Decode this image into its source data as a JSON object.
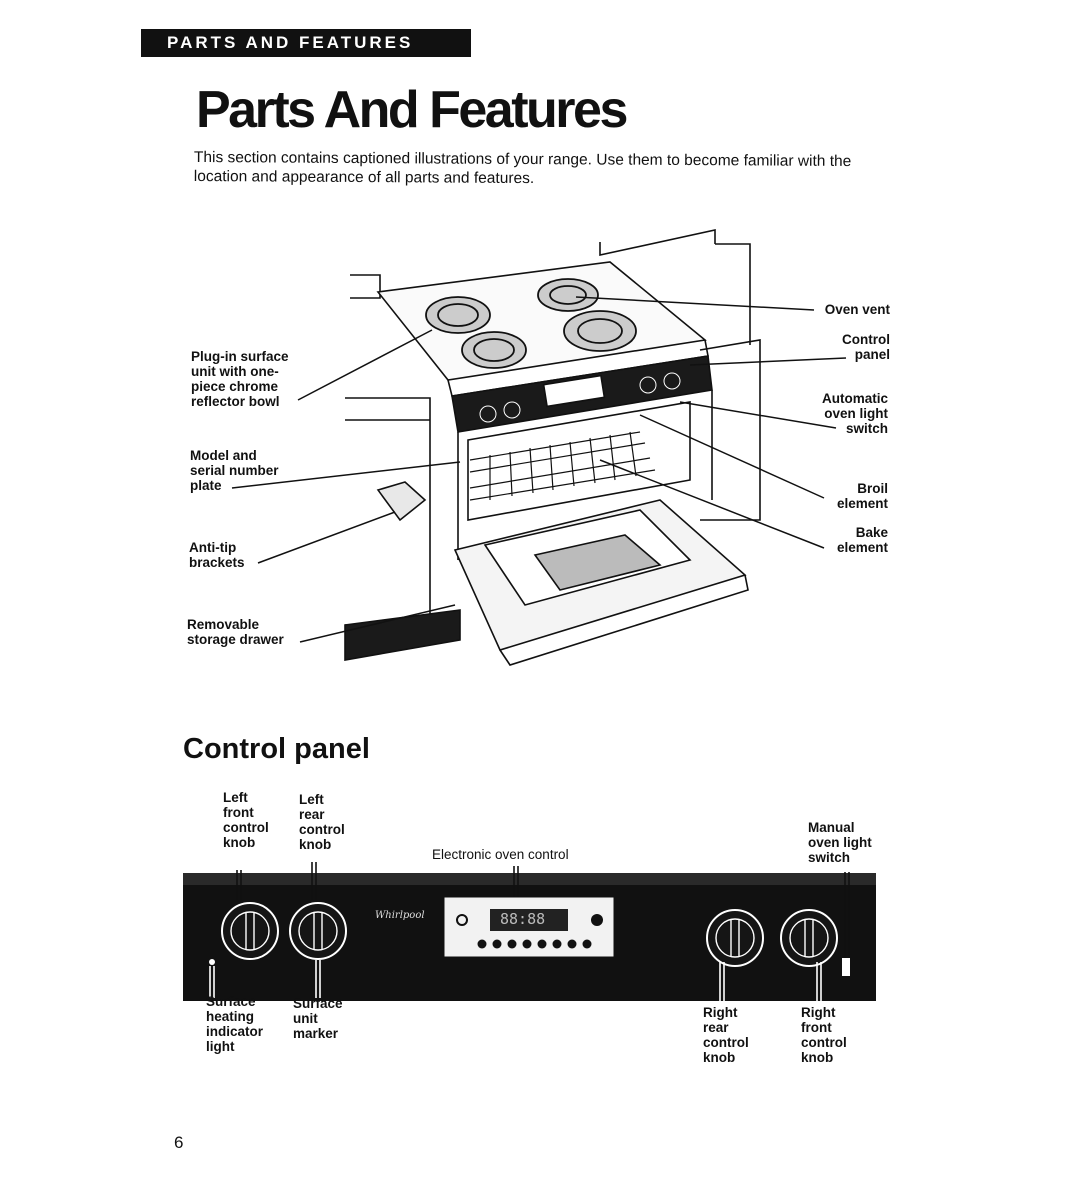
{
  "header": {
    "banner": "PARTS AND FEATURES"
  },
  "page": {
    "title": "Parts And Features",
    "intro": "This section contains captioned illustrations of your range. Use them to become familiar with the location and appearance of all parts and features.",
    "page_number": "6"
  },
  "range_callouts": {
    "plug_in": "Plug-in surface\nunit with one-\npiece chrome\nreflector bowl",
    "model_plate": "Model and\nserial number\nplate",
    "anti_tip": "Anti-tip\nbrackets",
    "drawer": "Removable\nstorage drawer",
    "oven_vent": "Oven vent",
    "control_panel": "Control\npanel",
    "auto_light": "Automatic\noven light\nswitch",
    "broil": "Broil\nelement",
    "bake": "Bake\nelement"
  },
  "control_panel": {
    "heading": "Control panel",
    "left_front": "Left\nfront\ncontrol\nknob",
    "left_rear": "Left\nrear\ncontrol\nknob",
    "electronic": "Electronic oven control",
    "manual_light": "Manual\noven light\nswitch",
    "indicator": "Surface\nheating\nindicator\nlight",
    "unit_marker": "Surface\nunit\nmarker",
    "right_rear": "Right\nrear\ncontrol\nknob",
    "right_front": "Right\nfront\ncontrol\nknob",
    "display": "88:88",
    "brand": "Whirlpool"
  }
}
